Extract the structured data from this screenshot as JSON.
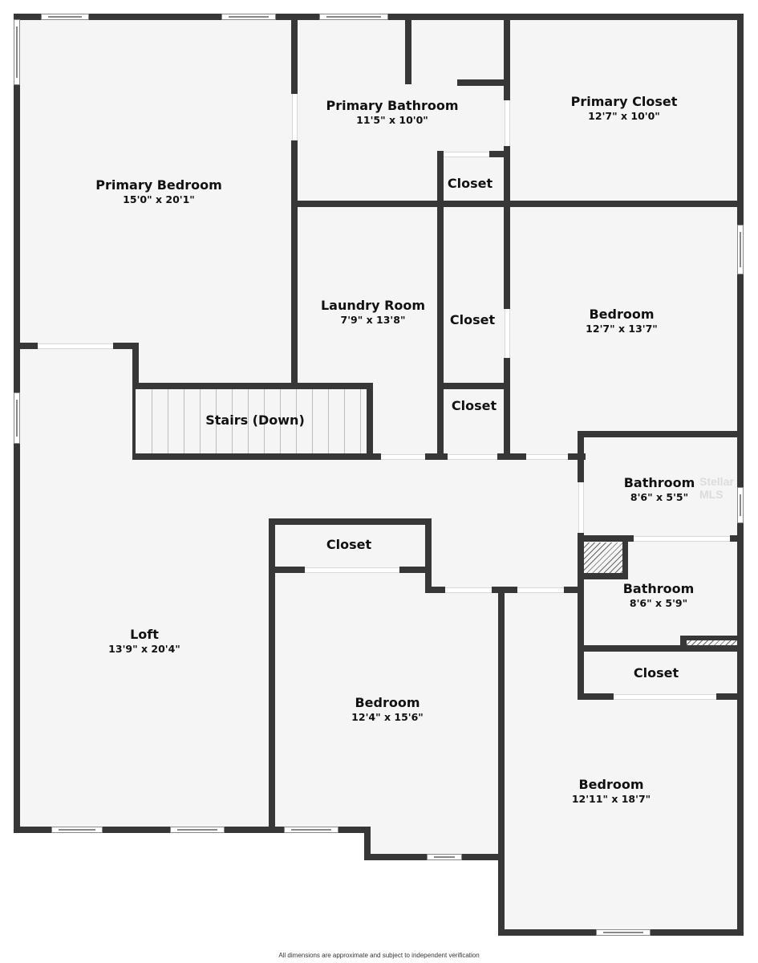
{
  "floorplan": {
    "rooms": [
      {
        "id": "primary-bedroom",
        "name": "Primary Bedroom",
        "dimensions": "15'0\" x 20'1\""
      },
      {
        "id": "primary-bathroom",
        "name": "Primary Bathroom",
        "dimensions": "11'5\" x 10'0\""
      },
      {
        "id": "primary-closet",
        "name": "Primary Closet",
        "dimensions": "12'7\" x 10'0\""
      },
      {
        "id": "closet-bath",
        "name": "Closet",
        "dimensions": ""
      },
      {
        "id": "laundry-room",
        "name": "Laundry Room",
        "dimensions": "7'9\" x 13'8\""
      },
      {
        "id": "closet-mid",
        "name": "Closet",
        "dimensions": ""
      },
      {
        "id": "bedroom-ne",
        "name": "Bedroom",
        "dimensions": "12'7\" x 13'7\""
      },
      {
        "id": "closet-small",
        "name": "Closet",
        "dimensions": ""
      },
      {
        "id": "stairs",
        "name": "Stairs (Down)",
        "dimensions": ""
      },
      {
        "id": "bathroom-1",
        "name": "Bathroom",
        "dimensions": "8'6\" x 5'5\""
      },
      {
        "id": "bathroom-2",
        "name": "Bathroom",
        "dimensions": "8'6\" x 5'9\""
      },
      {
        "id": "closet-center",
        "name": "Closet",
        "dimensions": ""
      },
      {
        "id": "closet-east",
        "name": "Closet",
        "dimensions": ""
      },
      {
        "id": "loft",
        "name": "Loft",
        "dimensions": "13'9\" x 20'4\""
      },
      {
        "id": "bedroom-center",
        "name": "Bedroom",
        "dimensions": "12'4\" x 15'6\""
      },
      {
        "id": "bedroom-se",
        "name": "Bedroom",
        "dimensions": "12'11\" x 18'7\""
      }
    ],
    "watermark": "Stellar MLS",
    "footer": "All dimensions are approximate and subject to independent verification",
    "colors": {
      "wall": "#373737",
      "floor": "#f5f5f5",
      "background": "#ffffff"
    }
  }
}
